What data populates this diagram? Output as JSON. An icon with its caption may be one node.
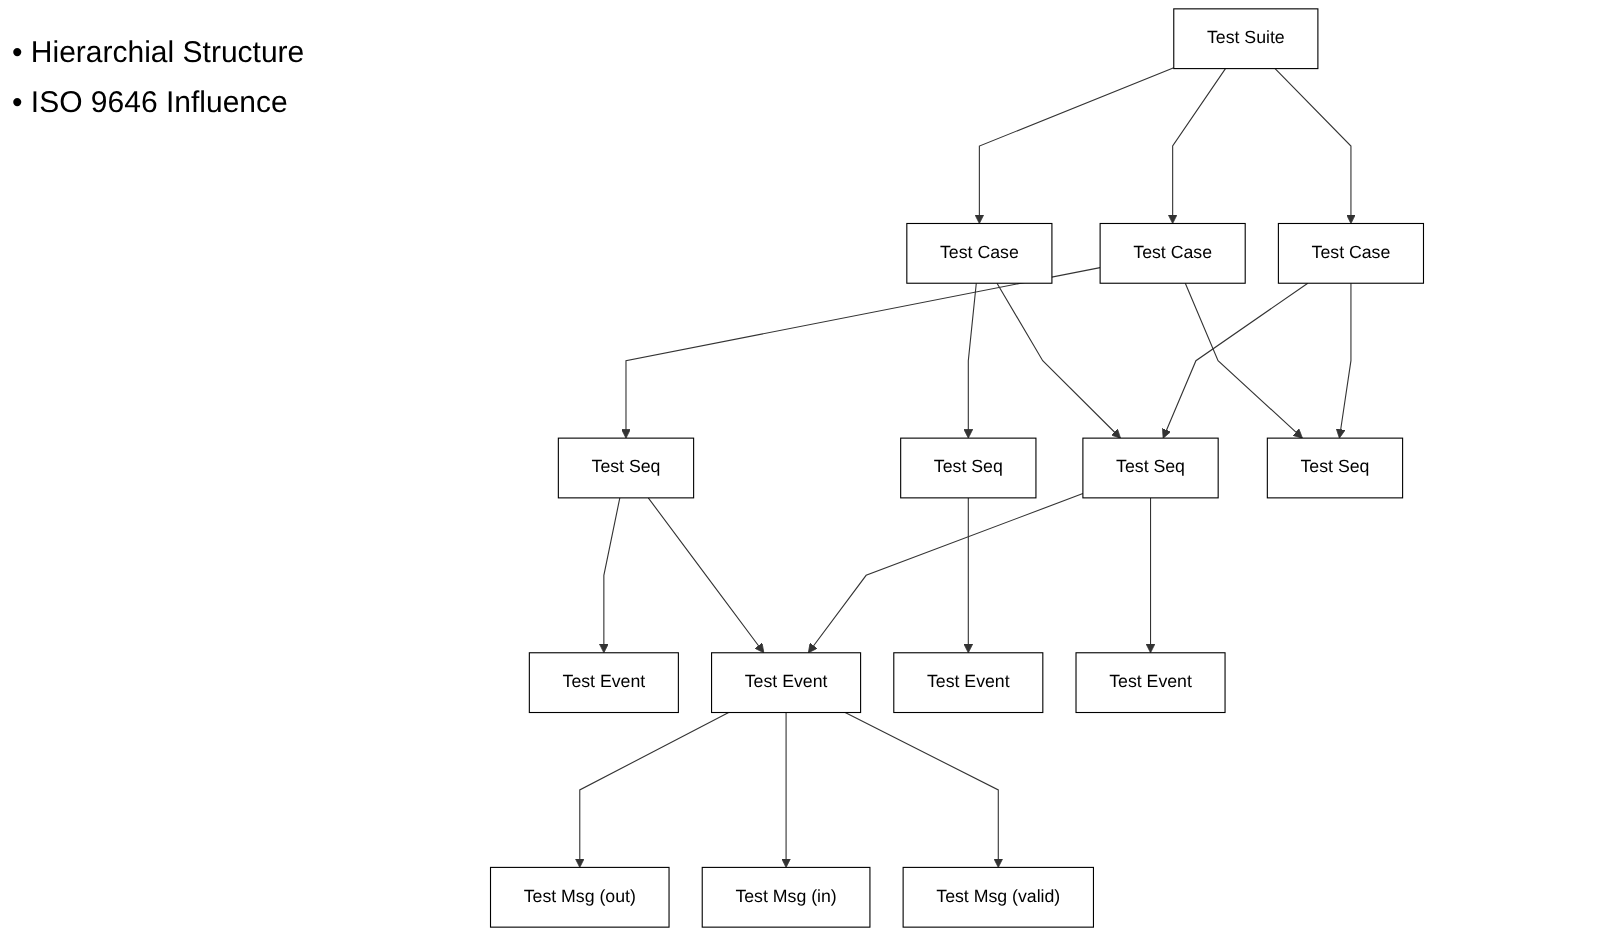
{
  "diagram": {
    "nodes": [
      {
        "text": [
          "Test Suite"
        ]
      },
      {
        "text": [
          "Test Case"
        ]
      },
      {
        "text": [
          "Test Case"
        ]
      },
      {
        "text": [
          "Test Case"
        ]
      },
      {
        "text": [
          "Test Seq"
        ]
      },
      {
        "text": [
          "Test Seq"
        ]
      },
      {
        "text": [
          "Test Seq"
        ]
      },
      {
        "text": [
          "Test Seq"
        ]
      },
      {
        "text": [
          "Test Event"
        ]
      },
      {
        "text": [
          "Test Event"
        ]
      },
      {
        "text": [
          "Test Event"
        ]
      },
      {
        "text": [
          "Test Event"
        ]
      },
      {
        "text": [
          "Test Msg (out)"
        ]
      },
      {
        "text": [
          "Test Msg (in)"
        ]
      },
      {
        "text": [
          "Test Msg (valid)"
        ]
      }
    ],
    "edges": [
      {
        "from": 0,
        "to": 1,
        "arrow": "to"
      },
      {
        "from": 0,
        "to": 2,
        "arrow": "to"
      },
      {
        "from": 0,
        "to": 3,
        "arrow": "to"
      },
      {
        "from": 1,
        "to": 4,
        "arrow": "to"
      },
      {
        "from": 1,
        "to": 7,
        "arrow": "to"
      },
      {
        "from": 2,
        "to": 5,
        "arrow": "to"
      },
      {
        "from": 2,
        "to": 6,
        "arrow": "to"
      },
      {
        "from": 3,
        "to": 6,
        "arrow": "to"
      },
      {
        "from": 3,
        "to": 7,
        "arrow": "to"
      },
      {
        "from": 4,
        "to": 8,
        "arrow": "to"
      },
      {
        "from": 4,
        "to": 9,
        "arrow": "to"
      },
      {
        "from": 5,
        "to": 10,
        "arrow": "to"
      },
      {
        "from": 6,
        "to": 9,
        "arrow": "to"
      },
      {
        "from": 6,
        "to": 11,
        "arrow": "to"
      },
      {
        "from": 9,
        "to": 12,
        "arrow": "to"
      },
      {
        "from": 9,
        "to": 13,
        "arrow": "to"
      },
      {
        "from": 9,
        "to": 14,
        "arrow": "to"
      }
    ],
    "labels": [
      "• Hierarchial Structure",
      "• ISO 9646 Influence"
    ]
  }
}
